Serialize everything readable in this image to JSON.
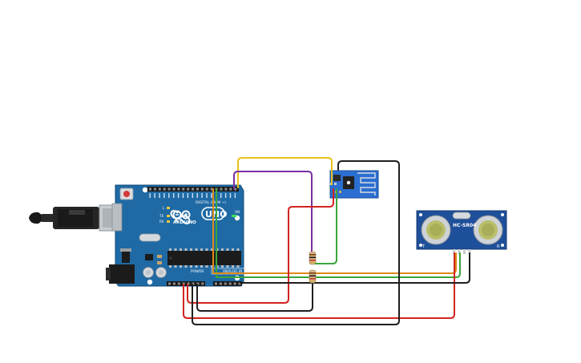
{
  "arduino": {
    "brand": "ARDUINO",
    "model": "UNO",
    "digital_label": "DIGITAL (PWM ~)",
    "power_label": "POWER",
    "analog_label": "ANALOG IN",
    "on_label": "ON",
    "tx_label": "TX",
    "rx_label": "RX",
    "l_label": "L"
  },
  "sensor": {
    "model": "HC-SR04",
    "left_mark": "T",
    "right_mark": "R"
  },
  "colors": {
    "board": "#1f6aa5",
    "board_edge": "#124a78",
    "sensor_board": "#1e4f9a",
    "wifi_board": "#2b6fd1",
    "wire_yellow": "#e8c21b",
    "wire_purple": "#7b2fa0",
    "wire_red": "#d2231f",
    "wire_green": "#3aa53a",
    "wire_orange": "#e08a18",
    "wire_black": "#1f1f1f"
  },
  "icons": [
    "usb-plug-icon",
    "reset-button-icon",
    "arduino-infinity-logo-icon",
    "wifi-antenna-icon",
    "ultrasonic-transducer-icon",
    "resistor-icon"
  ]
}
